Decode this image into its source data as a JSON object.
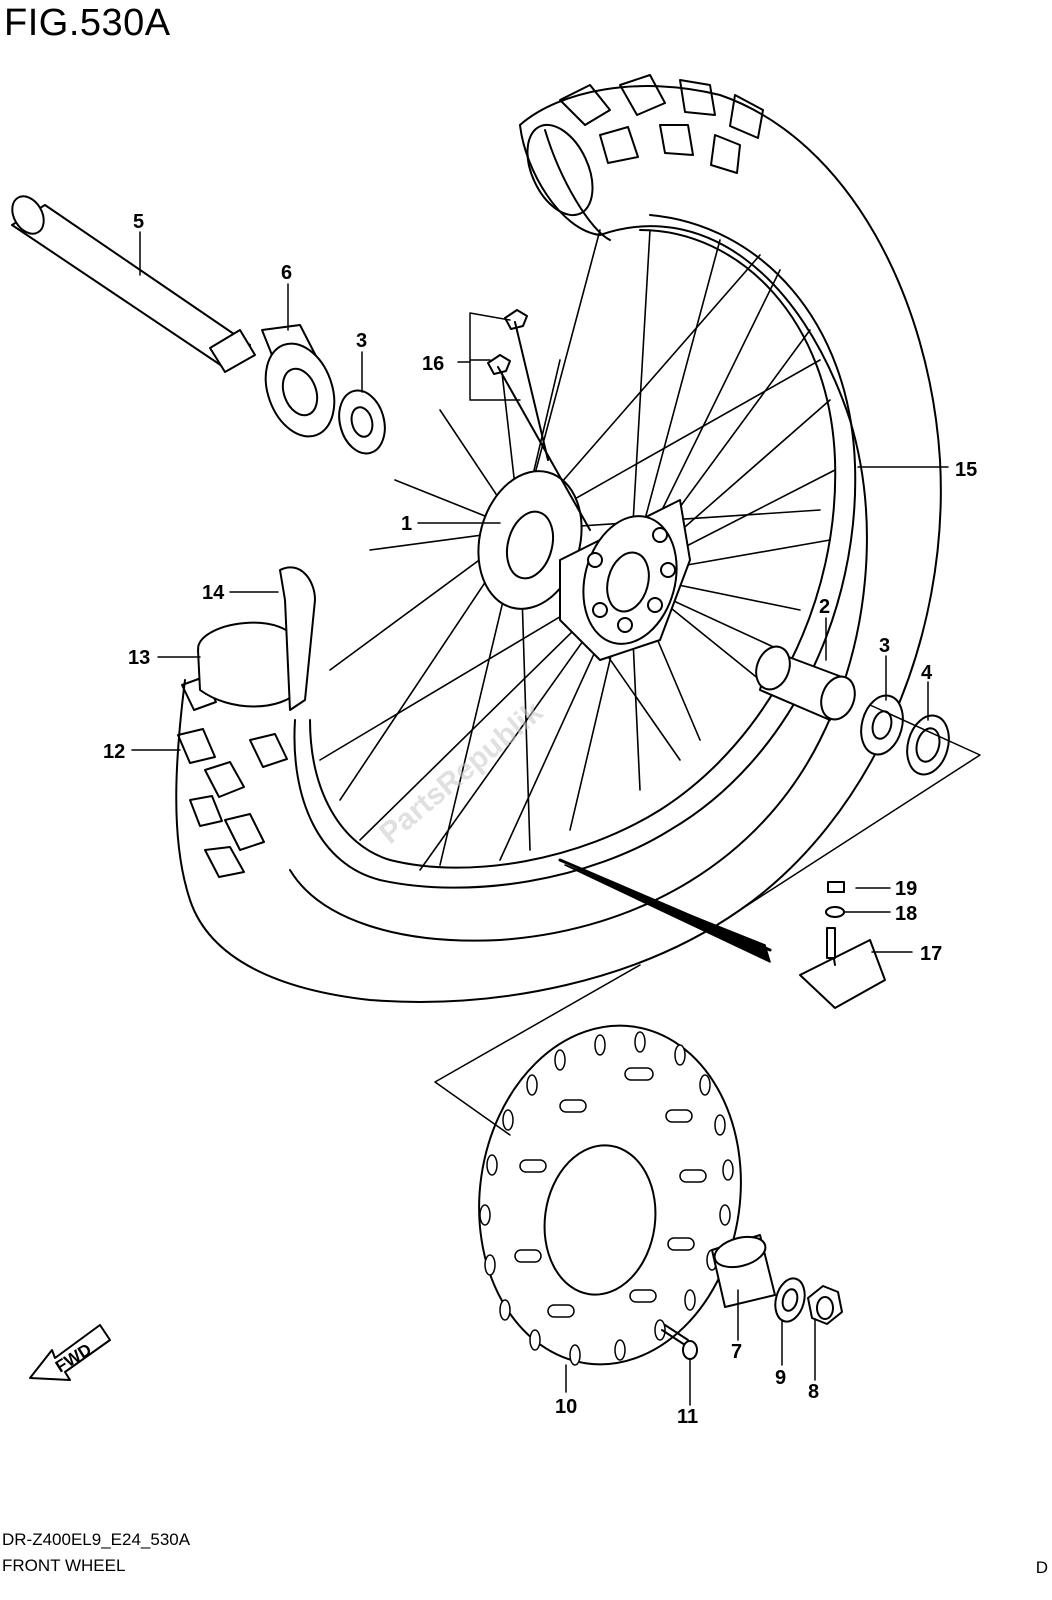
{
  "figure": {
    "title": "FIG.530A",
    "model_code": "DR-Z400EL9_E24_530A",
    "name": "FRONT WHEEL",
    "corner_mark": "D",
    "direction_arrow": "FWD",
    "watermark": "PartsRepublik"
  },
  "parts": [
    {
      "number": "1"
    },
    {
      "number": "2"
    },
    {
      "number": "3"
    },
    {
      "number": "3"
    },
    {
      "number": "4"
    },
    {
      "number": "5"
    },
    {
      "number": "6"
    },
    {
      "number": "7"
    },
    {
      "number": "8"
    },
    {
      "number": "9"
    },
    {
      "number": "10"
    },
    {
      "number": "11"
    },
    {
      "number": "12"
    },
    {
      "number": "13"
    },
    {
      "number": "14"
    },
    {
      "number": "15"
    },
    {
      "number": "16"
    },
    {
      "number": "17"
    },
    {
      "number": "18"
    },
    {
      "number": "19"
    }
  ]
}
